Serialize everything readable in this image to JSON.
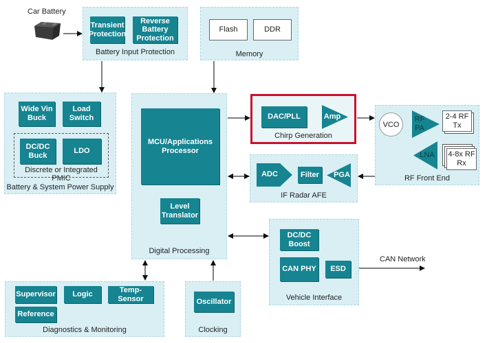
{
  "car_battery": {
    "label": "Car Battery",
    "icon": "car-battery-icon"
  },
  "battery_input_protection": {
    "label": "Battery Input Protection",
    "blocks": [
      "Transient Protection",
      "Reverse Battery Protection"
    ]
  },
  "memory": {
    "label": "Memory",
    "blocks": [
      "Flash",
      "DDR"
    ]
  },
  "power_supply": {
    "label": "Battery & System Power Supply",
    "blocks": [
      "Wide Vin Buck",
      "Load Switch"
    ],
    "pmic": {
      "label": "Discrete or Integrated PMIC",
      "blocks": [
        "DC/DC Buck",
        "LDO"
      ]
    }
  },
  "digital_processing": {
    "label": "Digital Processing",
    "blocks": [
      "MCU/Applications Processor",
      "Level Translator"
    ]
  },
  "chirp_generation": {
    "label": "Chirp Generation",
    "blocks": [
      "DAC/PLL",
      "Amp"
    ],
    "highlight_color": "#c8102e"
  },
  "if_radar_afe": {
    "label": "IF Radar AFE",
    "blocks": [
      "ADC",
      "Filter",
      "PGA"
    ]
  },
  "rf_front_end": {
    "label": "RF Front End",
    "vco": "VCO",
    "pa": "RF PA",
    "lna": "LNA",
    "tx": "2-4 RF Tx",
    "rx": "4-8x RF Rx"
  },
  "vehicle_interface": {
    "label": "Vehicle Interface",
    "blocks": [
      "DC/DC Boost",
      "CAN PHY",
      "ESD"
    ]
  },
  "can_network": {
    "label": "CAN Network"
  },
  "diagnostics": {
    "label": "Diagnostics & Monitoring",
    "blocks": [
      "Supervisor",
      "Logic",
      "Temp-Sensor",
      "Reference"
    ]
  },
  "clocking": {
    "label": "Clocking",
    "blocks": [
      "Oscillator"
    ]
  },
  "colors": {
    "block": "#168491",
    "group_bg": "#d9eff4",
    "group_border": "#a9d7e2",
    "highlight": "#c8102e"
  }
}
